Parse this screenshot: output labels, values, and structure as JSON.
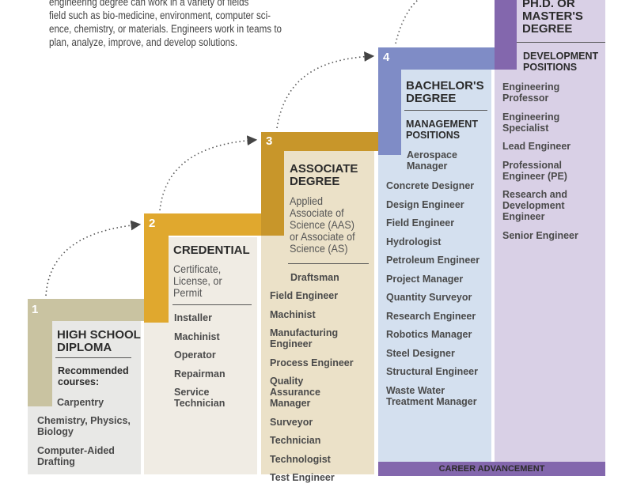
{
  "intro": {
    "lines": [
      "engineering degree can work in a variety of fields",
      "field such as bio-medicine, environment, computer sci-",
      "ence, chemistry, or materials. Engineers work in teams to",
      "plan, analyze, improve, and develop solutions."
    ]
  },
  "steps": [
    {
      "number": "1",
      "title_lines": [
        "HIGH SCHOOL",
        "DIPLOMA"
      ],
      "subtitle_lines": [
        "Recommended",
        "courses:"
      ],
      "items": [
        "Carpentry",
        "Chemistry, Physics, Biology",
        "Computer-Aided Drafting"
      ],
      "color": "#c9c3a1"
    },
    {
      "number": "2",
      "title_lines": [
        "CREDENTIAL"
      ],
      "plain_lines": [
        "Certificate,",
        "License, or",
        "Permit"
      ],
      "items": [
        "Installer",
        "Machinist",
        "Operator",
        "Repairman",
        "Service Technician"
      ],
      "color": "#e0a82e"
    },
    {
      "number": "3",
      "title_lines": [
        "ASSOCIATE",
        "DEGREE"
      ],
      "plain_lines": [
        "Applied",
        "Associate of",
        "Science (AAS)",
        "or Associate of",
        "Science (AS)"
      ],
      "items": [
        "Draftsman",
        "Field Engineer",
        "Machinist",
        "Manufacturing Engineer",
        "Process Engineer",
        "Quality Assurance Manager",
        "Surveyor",
        "Technician",
        "Technologist",
        "Test Engineer"
      ],
      "color": "#c8962a"
    },
    {
      "number": "4",
      "title_lines": [
        "BACHELOR'S",
        "DEGREE"
      ],
      "subtitle_lines": [
        "MANAGEMENT",
        "POSITIONS"
      ],
      "items": [
        "Aerospace Manager",
        "Concrete Designer",
        "Design Engineer",
        "Field Engineer",
        "Hydrologist",
        "Petroleum Engineer",
        "Project Manager",
        "Quantity Surveyor",
        "Research Engineer",
        "Robotics Manager",
        "Steel Designer",
        "Structural Engineer",
        "Waste Water Treatment Manager"
      ],
      "color": "#7f8cc6"
    },
    {
      "number": "",
      "title_lines": [
        "PH.D. OR",
        "MASTER'S",
        "DEGREE"
      ],
      "subtitle_lines": [
        "DEVELOPMENT",
        "POSITIONS"
      ],
      "items": [
        "Engineering Professor",
        "Engineering Specialist",
        "Lead Engineer",
        "Professional Engineer (PE)",
        "Research and Development Engineer",
        "Senior Engineer"
      ],
      "color": "#8367ad"
    }
  ],
  "career_bar": {
    "label": "CAREER ADVANCEMENT",
    "color": "#8367ad"
  },
  "column_backgrounds": {
    "step1": "#e8e8e6",
    "step2": "#f0ece4",
    "step3": "#ebe1c8",
    "step4": "#d4e0ef",
    "step5": "#d9d0e6"
  }
}
